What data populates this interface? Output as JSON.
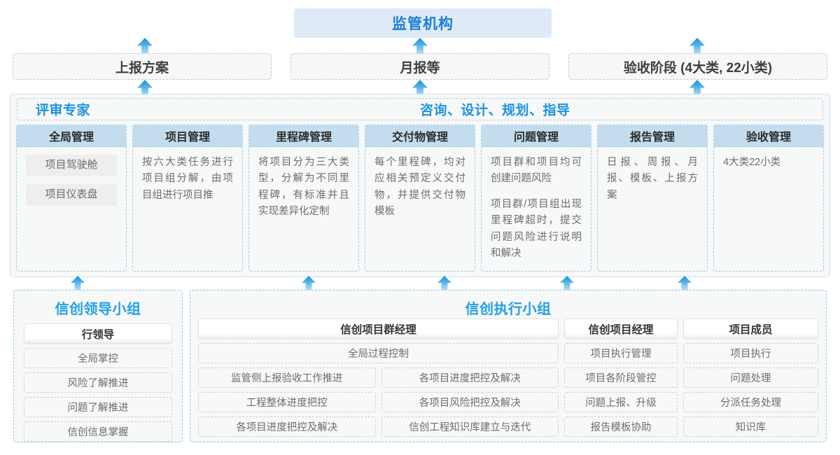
{
  "top": {
    "regulator": "监管机构",
    "submissions": [
      {
        "label": "上报方案"
      },
      {
        "label": "月报等"
      },
      {
        "label": "验收阶段 (4大类, 22小类)"
      }
    ]
  },
  "middle": {
    "role_left": "评审专家",
    "role_center": "咨询、设计、规划、指导",
    "columns": [
      {
        "title": "全局管理",
        "pills": [
          "项目驾驶舱",
          "项目仪表盘"
        ],
        "paragraphs": []
      },
      {
        "title": "项目管理",
        "pills": [],
        "paragraphs": [
          "按六大类任务进行项目组分解，由项目组进行项目推"
        ]
      },
      {
        "title": "里程碑管理",
        "pills": [],
        "paragraphs": [
          "将项目分为三大类型，分解为不同里程碑，有标准并且实现差异化定制"
        ]
      },
      {
        "title": "交付物管理",
        "pills": [],
        "paragraphs": [
          "每个里程碑，均对应相关预定义交付物，并提供交付物模板"
        ]
      },
      {
        "title": "问题管理",
        "pills": [],
        "paragraphs": [
          "项目群和项目均可创建问题风险",
          "项目群/项目组出现里程碑超时，提交问题风险进行说明和解决"
        ]
      },
      {
        "title": "报告管理",
        "pills": [],
        "paragraphs": [
          "日报、周报、月报、模板、上报方案"
        ]
      },
      {
        "title": "验收管理",
        "pills": [],
        "paragraphs": [
          "4大类22小类"
        ]
      }
    ]
  },
  "bottom": {
    "left_group": {
      "title": "信创领导小组",
      "role": "行领导",
      "items": [
        "全局掌控",
        "风险了解推进",
        "问题了解推进",
        "信创信息掌握"
      ]
    },
    "right_group": {
      "title": "信创执行小组",
      "program_manager": {
        "role": "信创项目群经理",
        "wide_item": "全局过程控制",
        "col_a": [
          "监管侧上报验收工作推进",
          "工程整体进度把控",
          "各项目进度把控及解决"
        ],
        "col_b": [
          "各项目进度把控及解决",
          "各项目风险把控及解决",
          "信创工程知识库建立与迭代"
        ]
      },
      "project_manager": {
        "role": "信创项目经理",
        "items": [
          "项目执行管理",
          "项目各阶段管控",
          "问题上报、升级",
          "报告模板协助"
        ]
      },
      "member": {
        "role": "项目成员",
        "items": [
          "项目执行",
          "问题处理",
          "分派任务处理",
          "知识库"
        ]
      }
    }
  },
  "colors": {
    "accent_blue": "#1a93e0",
    "banner_bg": "#dfeaf7",
    "col_head_bg": "#c3dcee",
    "panel_bg": "#f7f8f8",
    "dashed_grey": "#c9c9c9",
    "dashed_blue": "#9ecbe8"
  }
}
